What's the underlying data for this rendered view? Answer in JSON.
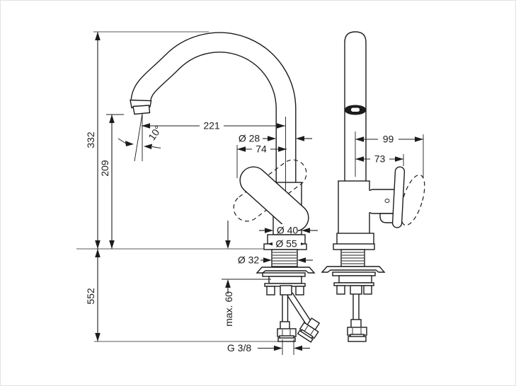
{
  "drawing": {
    "type": "technical-dimension-drawing",
    "subject": "single-lever kitchen mixer tap, front and side views with installation hoses",
    "colors": {
      "line": "#1c1c1c",
      "reference_line": "#909090",
      "background": "#ffffff"
    },
    "labels": {
      "spout_height": "332",
      "outlet_height": "209",
      "below_counter": "552",
      "spout_reach": "221",
      "outlet_angle": "10°",
      "spout_diameter": "Ø 28",
      "handle_reach": "74",
      "side_reach": "99",
      "side_handle_reach": "73",
      "body_diameter": "Ø 40",
      "base_diameter": "Ø 55",
      "shank_diameter": "Ø 32",
      "max_counter_thickness": "max. 60",
      "connection_thread": "G 3/8"
    }
  }
}
